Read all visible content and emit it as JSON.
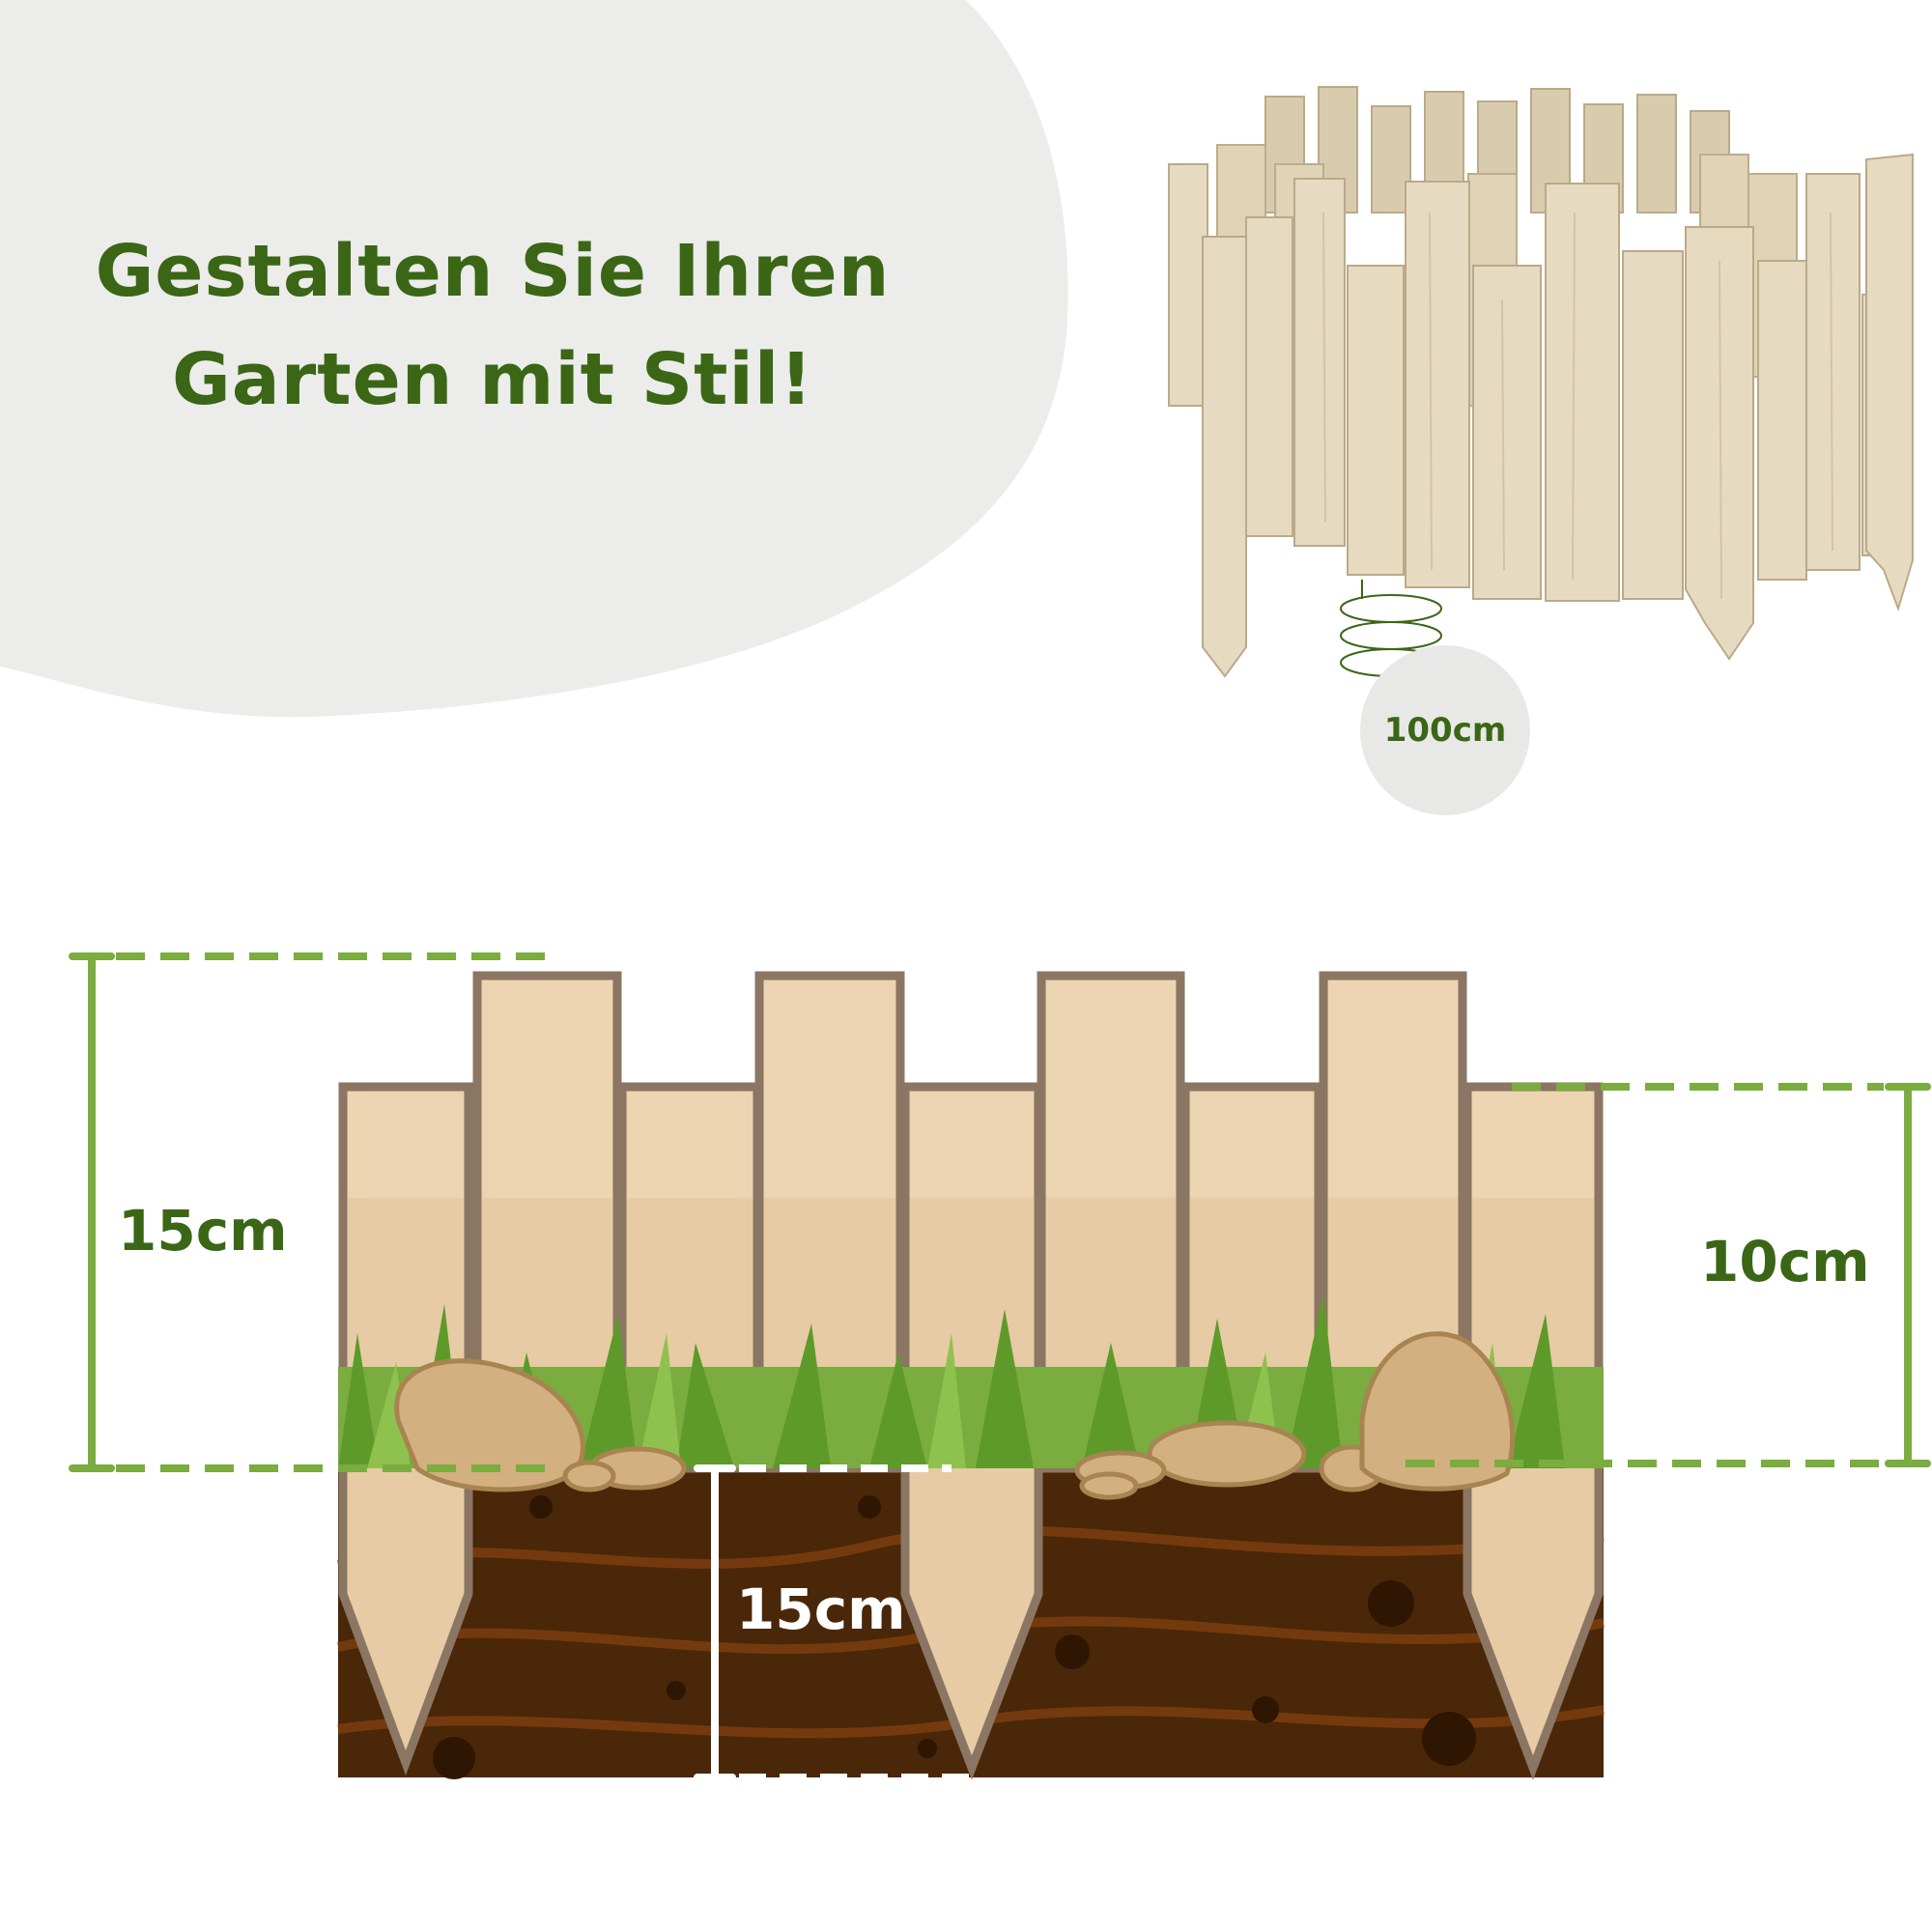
{
  "headline": {
    "line1": "Gestalten Sie Ihren",
    "line2": "Garten mit Stil!"
  },
  "badge": {
    "label": "100cm"
  },
  "dimensions": {
    "total_height": "15cm",
    "short_height": "10cm",
    "ground_depth": "15cm"
  },
  "colors": {
    "accent_green": "#3a6616",
    "line_green": "#7aac3f",
    "wood": "#e6cba4",
    "soil": "#4a2708",
    "blob_gray": "#ececea"
  }
}
